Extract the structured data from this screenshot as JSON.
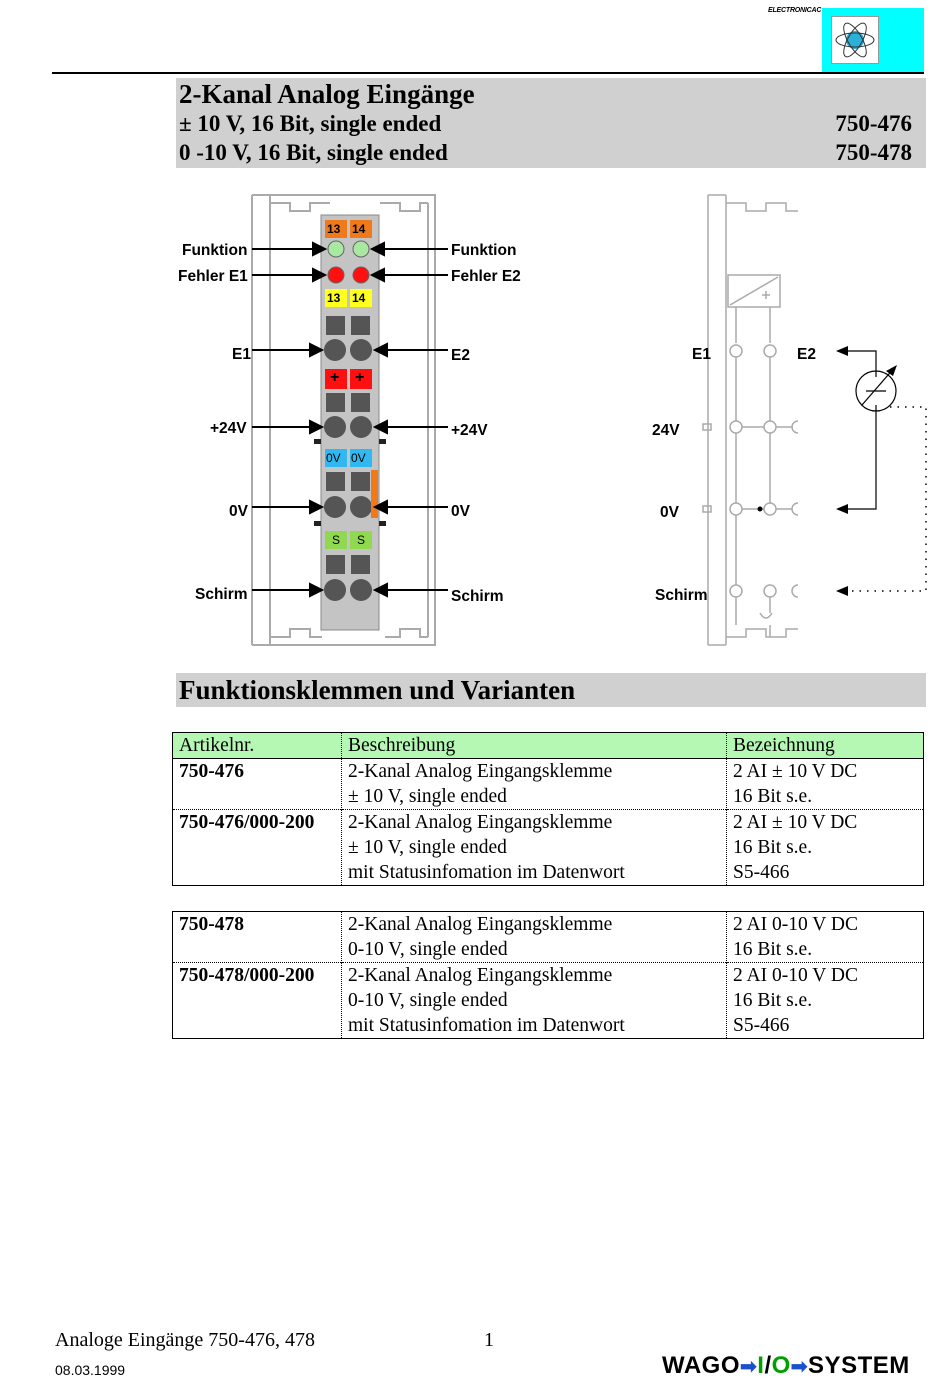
{
  "logo": {
    "brand": "ELECTRONICAC",
    "icon": "atom-icon",
    "color": "#00ffff"
  },
  "header": {
    "line1": "2-Kanal Analog Eingänge",
    "line2": "± 10 V, 16 Bit, single ended",
    "line2_code": "750-476",
    "line3": "0 -10 V, 16 Bit, single ended",
    "line3_code": "750-478"
  },
  "figure_left": {
    "labels_left": [
      "Funktion",
      "Fehler E1",
      "E1",
      "+24V",
      "0V",
      "Schirm"
    ],
    "labels_right": [
      "Funktion",
      "Fehler E2",
      "E2",
      "+24V",
      "0V",
      "Schirm"
    ],
    "tags": {
      "t13": "13",
      "t14": "14",
      "plus": "+",
      "zero": "0V",
      "s": "S"
    }
  },
  "figure_right": {
    "e1": "E1",
    "e2": "E2",
    "v24": "24V",
    "v0": "0V",
    "schirm": "Schirm"
  },
  "section": {
    "title": "Funktionsklemmen und Varianten"
  },
  "table": {
    "headers": [
      "Artikelnr.",
      "Beschreibung",
      "Bezeichnung"
    ],
    "group1": [
      {
        "art": "750-476",
        "desc": [
          "2-Kanal Analog Eingangsklemme",
          "± 10 V, single ended"
        ],
        "bez": [
          "2 AI ± 10 V DC",
          "16 Bit s.e."
        ]
      },
      {
        "art": "750-476/000-200",
        "desc": [
          "2-Kanal Analog Eingangsklemme",
          "± 10 V, single ended",
          "mit Statusinfomation im Datenwort"
        ],
        "bez": [
          "2 AI ± 10 V DC",
          "16 Bit s.e.",
          "S5-466"
        ]
      }
    ],
    "group2": [
      {
        "art": "750-478",
        "desc": [
          "2-Kanal Analog Eingangsklemme",
          "0-10 V, single ended"
        ],
        "bez": [
          "2 AI 0-10 V DC",
          "16 Bit s.e."
        ]
      },
      {
        "art": "750-478/000-200",
        "desc": [
          "2-Kanal Analog Eingangsklemme",
          "0-10 V, single ended",
          "mit Statusinfomation im Datenwort"
        ],
        "bez": [
          "2 AI 0-10 V DC",
          "16 Bit s.e.",
          "S5-466"
        ]
      }
    ]
  },
  "footer": {
    "left": "Analoge Eingänge 750-476, 478",
    "page": "1",
    "date": "08.03.1999",
    "brand_a": "WAGO",
    "brand_b": "I",
    "brand_slash": "/",
    "brand_c": "O",
    "brand_d": "SYSTEM"
  }
}
